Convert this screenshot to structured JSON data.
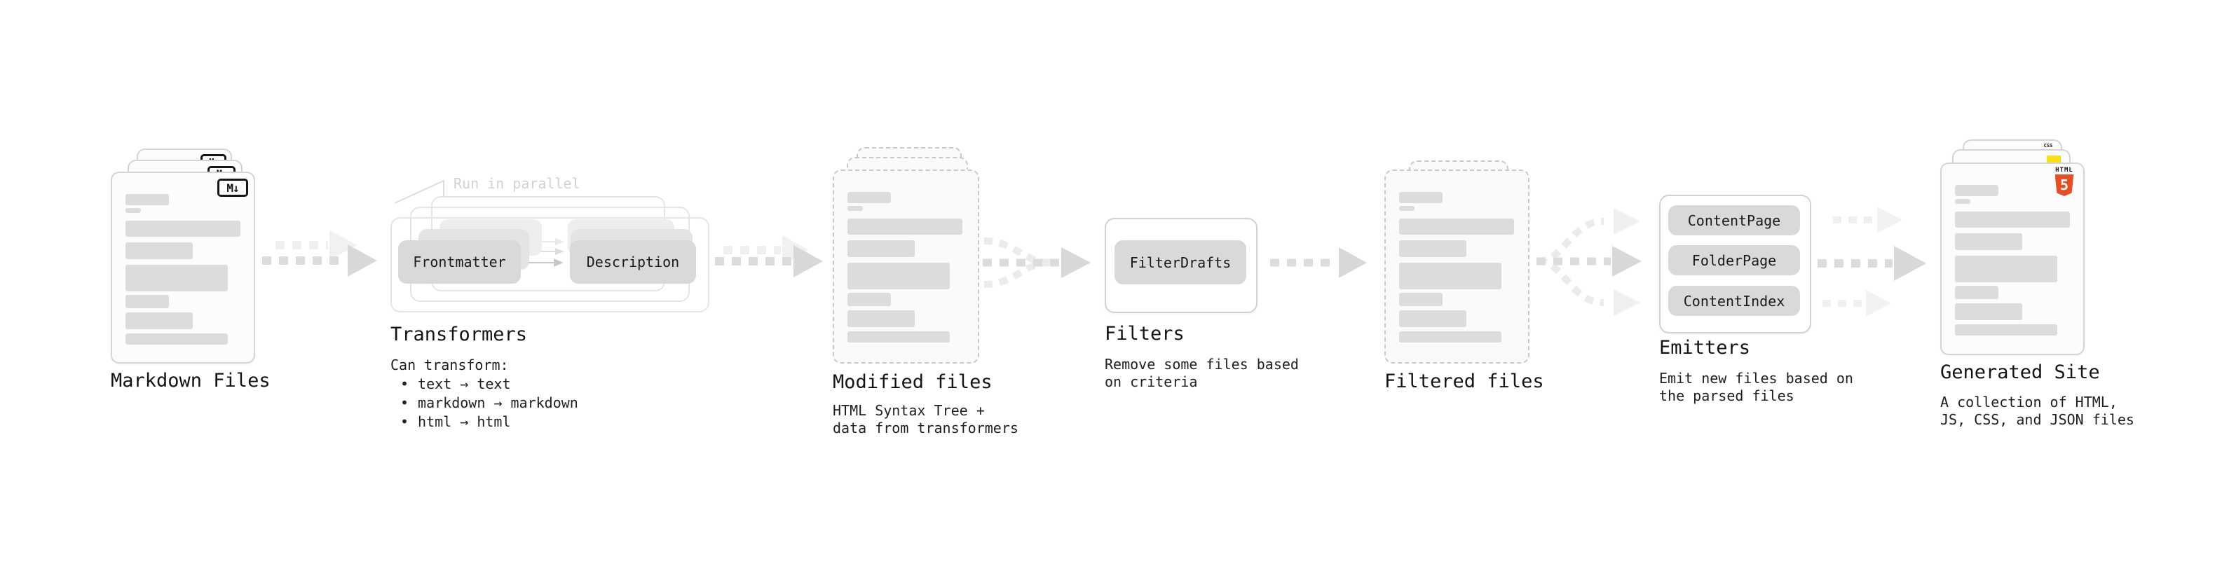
{
  "diagram": {
    "stage_markdown": {
      "label": "Markdown Files",
      "icon_text": "M↓"
    },
    "stage_transformers": {
      "label": "Transformers",
      "note": "Run in parallel",
      "chips": [
        "Frontmatter",
        "Description"
      ],
      "description_title": "Can transform:",
      "bullet_char": "•",
      "bullets": [
        "text → text",
        "markdown → markdown",
        "html → html"
      ]
    },
    "stage_modified": {
      "label": "Modified files",
      "subtitle": [
        "HTML Syntax Tree +",
        "data from transformers"
      ]
    },
    "stage_filters": {
      "label": "Filters",
      "chips": [
        "FilterDrafts"
      ],
      "subtitle": [
        "Remove some files based",
        "on criteria"
      ]
    },
    "stage_filtered": {
      "label": "Filtered files"
    },
    "stage_emitters": {
      "label": "Emitters",
      "chips": [
        "ContentPage",
        "FolderPage",
        "ContentIndex"
      ],
      "subtitle": [
        "Emit new files based on",
        "the parsed files"
      ]
    },
    "stage_generated": {
      "label": "Generated Site",
      "subtitle": [
        "A collection of HTML,",
        "JS, CSS, and JSON files"
      ],
      "badges": {
        "html_top": "HTML",
        "html_number": "5",
        "css": "CSS"
      }
    }
  },
  "colors": {
    "background": "#ffffff",
    "card_border": "#d5d5d5",
    "dashed_border": "#c9c9c9",
    "skeleton_bar": "#dcdcdc",
    "chip_gray": "#d9d9d9",
    "arrow_dark": "#dcdcdc",
    "arrow_light": "#efefef",
    "html5_orange": "#e34f26",
    "js_yellow": "#f7df1e",
    "css_blue": "#2862e9"
  }
}
